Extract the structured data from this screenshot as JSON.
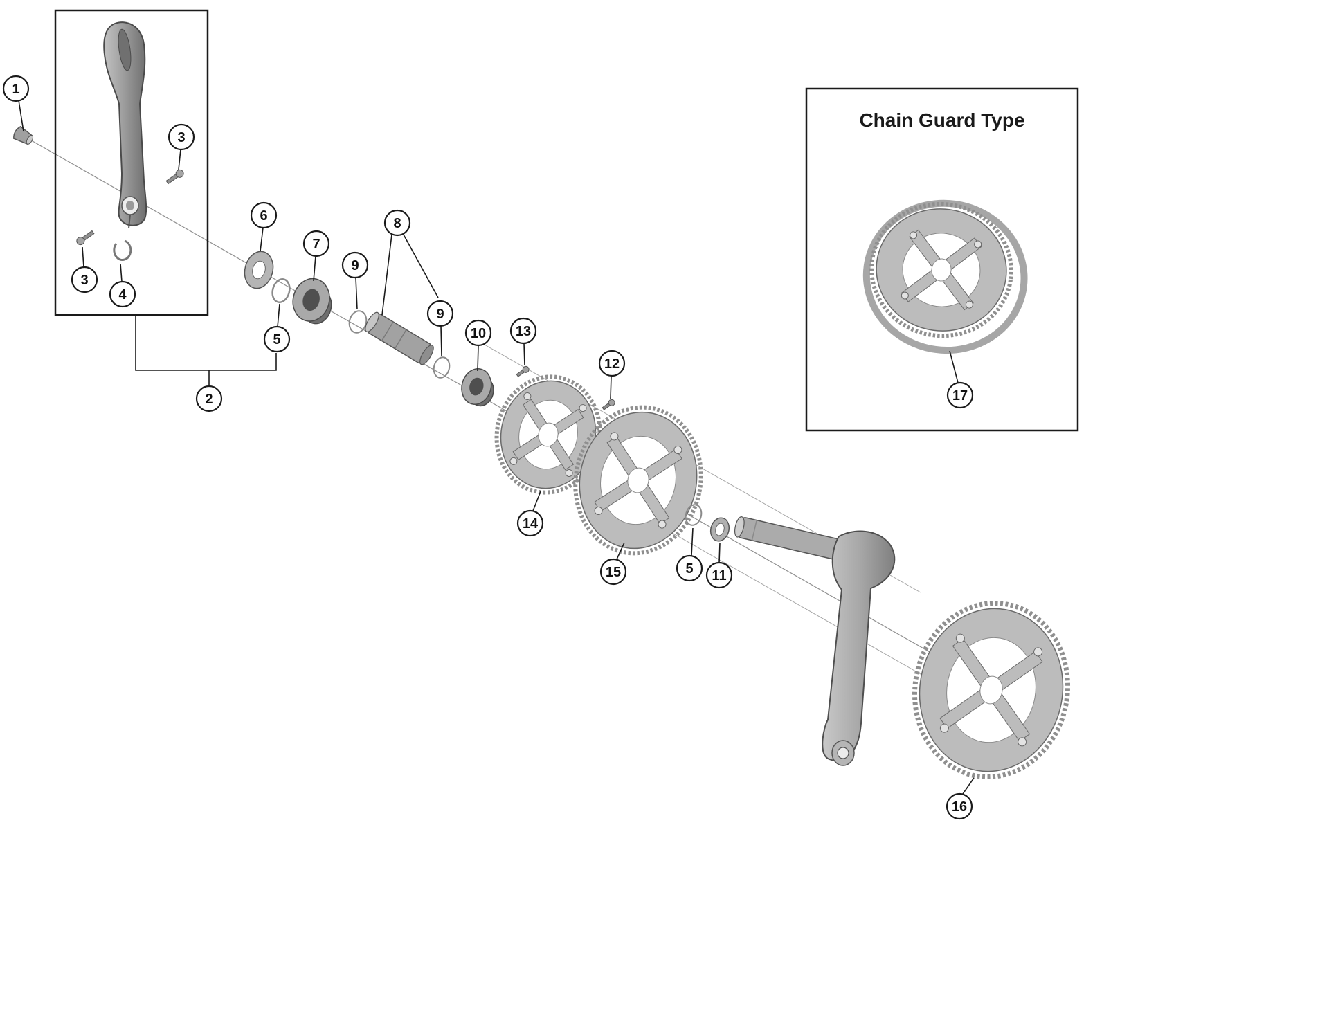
{
  "figure": {
    "inset_title": "Chain Guard Type"
  },
  "callouts": {
    "c1": {
      "label": "1"
    },
    "c2": {
      "label": "2"
    },
    "c3a": {
      "label": "3"
    },
    "c3b": {
      "label": "3"
    },
    "c4": {
      "label": "4"
    },
    "c5a": {
      "label": "5"
    },
    "c5b": {
      "label": "5"
    },
    "c6": {
      "label": "6"
    },
    "c7": {
      "label": "7"
    },
    "c8": {
      "label": "8"
    },
    "c9a": {
      "label": "9"
    },
    "c9b": {
      "label": "9"
    },
    "c10": {
      "label": "10"
    },
    "c11": {
      "label": "11"
    },
    "c12": {
      "label": "12"
    },
    "c13": {
      "label": "13"
    },
    "c14": {
      "label": "14"
    },
    "c15": {
      "label": "15"
    },
    "c16": {
      "label": "16"
    },
    "c17": {
      "label": "17"
    }
  },
  "colors": {
    "background": "#ffffff",
    "line": "#1a1a1a",
    "part_light": "#c6c6c6",
    "part_mid": "#a3a3a3",
    "part_dark": "#6e6e6e"
  }
}
